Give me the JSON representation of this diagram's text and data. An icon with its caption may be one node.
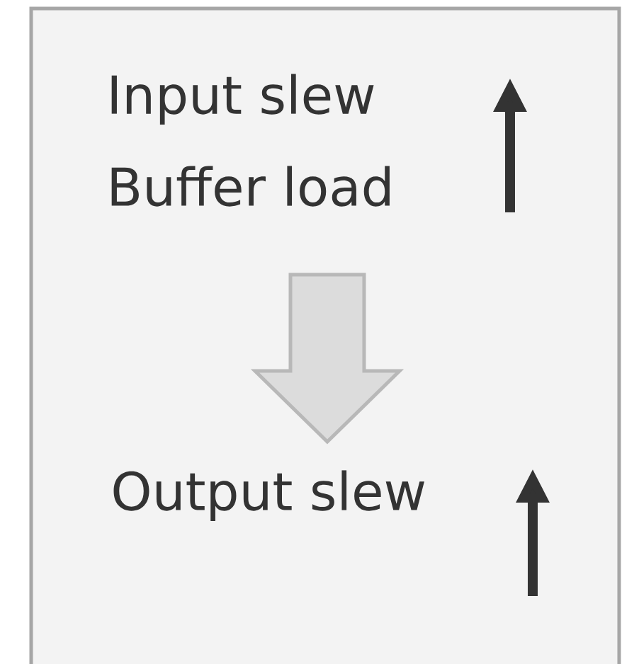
{
  "diagram": {
    "nodes": [
      {
        "text": [
          "Input slew",
          "Buffer load"
        ]
      },
      {
        "text": [
          "Output slew"
        ]
      }
    ],
    "edges": [
      {
        "from": 0,
        "to": 1,
        "arrow": "to"
      }
    ]
  }
}
